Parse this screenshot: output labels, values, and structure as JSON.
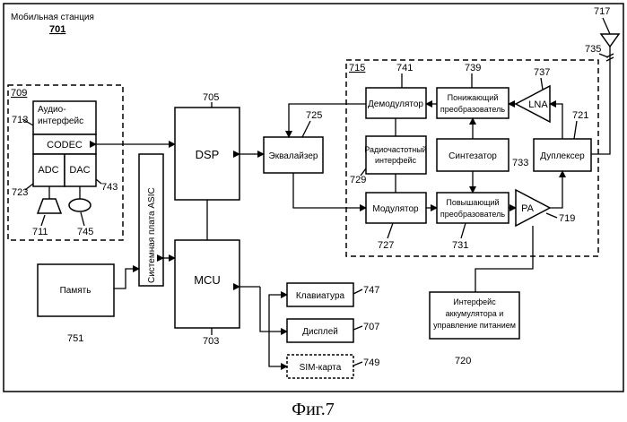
{
  "station": {
    "title": "Мобильная станция",
    "ref": "701"
  },
  "groups": {
    "audio_ref": "709",
    "rf_ref": "715"
  },
  "blocks": {
    "audio_if": {
      "line1": "Аудио-",
      "line2": "интерфейс",
      "ref": "713"
    },
    "codec": {
      "label": "CODEC"
    },
    "adc": {
      "label": "ADC",
      "ref": "723"
    },
    "dac": {
      "label": "DAC",
      "ref": "743"
    },
    "speaker": {
      "ref": "711"
    },
    "mic": {
      "ref": "745"
    },
    "asic": {
      "label": "Системная плата ASIC"
    },
    "dsp": {
      "label": "DSP",
      "ref": "705"
    },
    "mcu": {
      "label": "MCU",
      "ref": "703"
    },
    "memory": {
      "label": "Память",
      "ref": "751"
    },
    "equalizer": {
      "label": "Эквалайзер",
      "ref": "725"
    },
    "demod": {
      "label": "Демодулятор",
      "ref": "741"
    },
    "rf_if": {
      "line1": "Радиочастотный",
      "line2": "интерфейс",
      "ref": "729"
    },
    "mod": {
      "label": "Модулятор",
      "ref": "727"
    },
    "down_conv": {
      "line1": "Понижающий",
      "line2": "преобразователь",
      "ref": "739"
    },
    "synth": {
      "label": "Синтезатор",
      "ref": "733"
    },
    "up_conv": {
      "line1": "Повышающий",
      "line2": "преобразователь",
      "ref": "731"
    },
    "lna": {
      "label": "LNA",
      "ref": "737"
    },
    "pa": {
      "label": "PA",
      "ref": "719"
    },
    "duplexer": {
      "label": "Дуплексер",
      "ref": "721"
    },
    "antenna": {
      "ref": "717",
      "line_ref": "735"
    },
    "keyboard": {
      "label": "Клавиатура",
      "ref": "747"
    },
    "display": {
      "label": "Дисплей",
      "ref": "707"
    },
    "sim": {
      "label": "SIM-карта",
      "ref": "749"
    },
    "battery": {
      "line1": "Интерфейс",
      "line2": "аккумулятора и",
      "line3": "управление питанием",
      "ref": "720"
    }
  },
  "caption": "Фиг.7"
}
